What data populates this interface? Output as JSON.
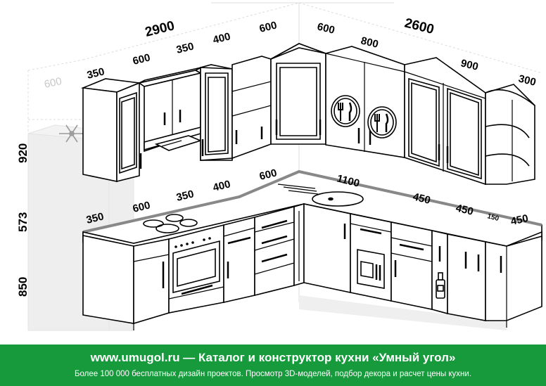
{
  "dimensions": {
    "height_upper": "920",
    "height_middle": "573",
    "height_lower": "850",
    "fridge_depth": "600",
    "wall_left_total": "2900",
    "wall_right_total": "2600",
    "upper_left": [
      "350",
      "600",
      "350",
      "400",
      "600"
    ],
    "upper_right": [
      "600",
      "800",
      "900",
      "300"
    ],
    "lower_left": [
      "350",
      "600",
      "350",
      "400",
      "600"
    ],
    "lower_right": [
      "1100",
      "450",
      "450",
      "150",
      "450"
    ]
  },
  "footer": {
    "headline": "www.umugol.ru — Каталог и конструктор кухни «Умный угол»",
    "subline": "Более 100 000 бесплатных дизайн проектов. Просмотр 3D-моделей, подбор декора и расчет цены кухни."
  },
  "colors": {
    "footer_bg": "#169a3c",
    "line": "#000000",
    "shadow": "#ececec",
    "dim_grey": "#c8c8c8"
  }
}
